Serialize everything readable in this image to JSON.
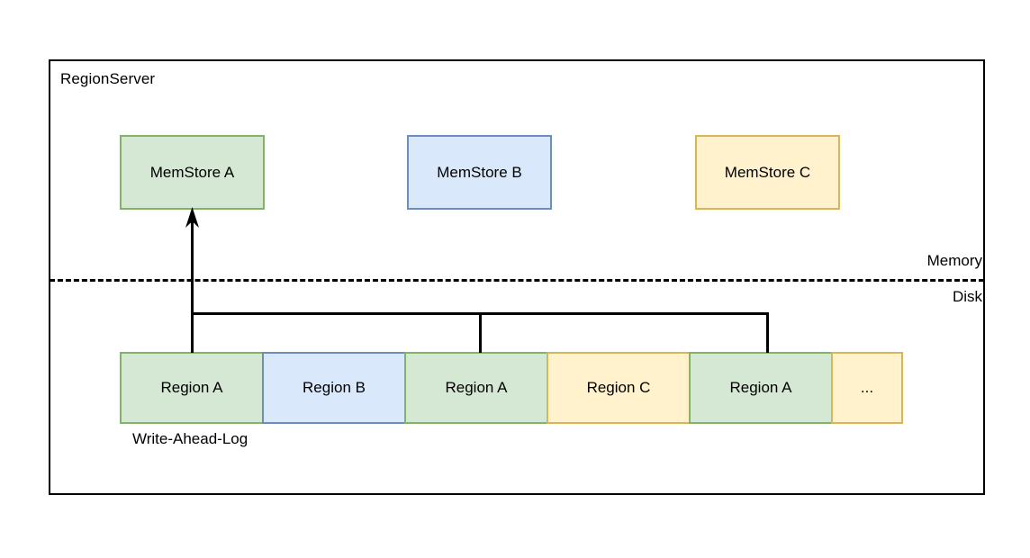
{
  "diagram": {
    "title": "RegionServer",
    "tiers": {
      "upper_label": "Memory",
      "lower_label": "Disk"
    },
    "memstores": [
      {
        "label": "MemStore A",
        "fill": "#d5e8d4",
        "stroke": "#82b366"
      },
      {
        "label": "MemStore B",
        "fill": "#dae8fc",
        "stroke": "#6c8ebf"
      },
      {
        "label": "MemStore C",
        "fill": "#fff2cc",
        "stroke": "#d6b656"
      }
    ],
    "wal": {
      "caption": "Write-Ahead-Log",
      "entries": [
        {
          "label": "Region A",
          "fill": "#d5e8d4",
          "stroke": "#82b366"
        },
        {
          "label": "Region B",
          "fill": "#dae8fc",
          "stroke": "#6c8ebf"
        },
        {
          "label": "Region A",
          "fill": "#d5e8d4",
          "stroke": "#82b366"
        },
        {
          "label": "Region C",
          "fill": "#fff2cc",
          "stroke": "#d6b656"
        },
        {
          "label": "Region A",
          "fill": "#d5e8d4",
          "stroke": "#82b366"
        },
        {
          "label": "...",
          "fill": "#fff2cc",
          "stroke": "#d6b656"
        }
      ]
    },
    "colors": {
      "green_fill": "#d5e8d4",
      "green_stroke": "#82b366",
      "blue_fill": "#dae8fc",
      "blue_stroke": "#6c8ebf",
      "yellow_fill": "#fff2cc",
      "yellow_stroke": "#d6b656",
      "line": "#000000",
      "background": "#ffffff"
    }
  }
}
